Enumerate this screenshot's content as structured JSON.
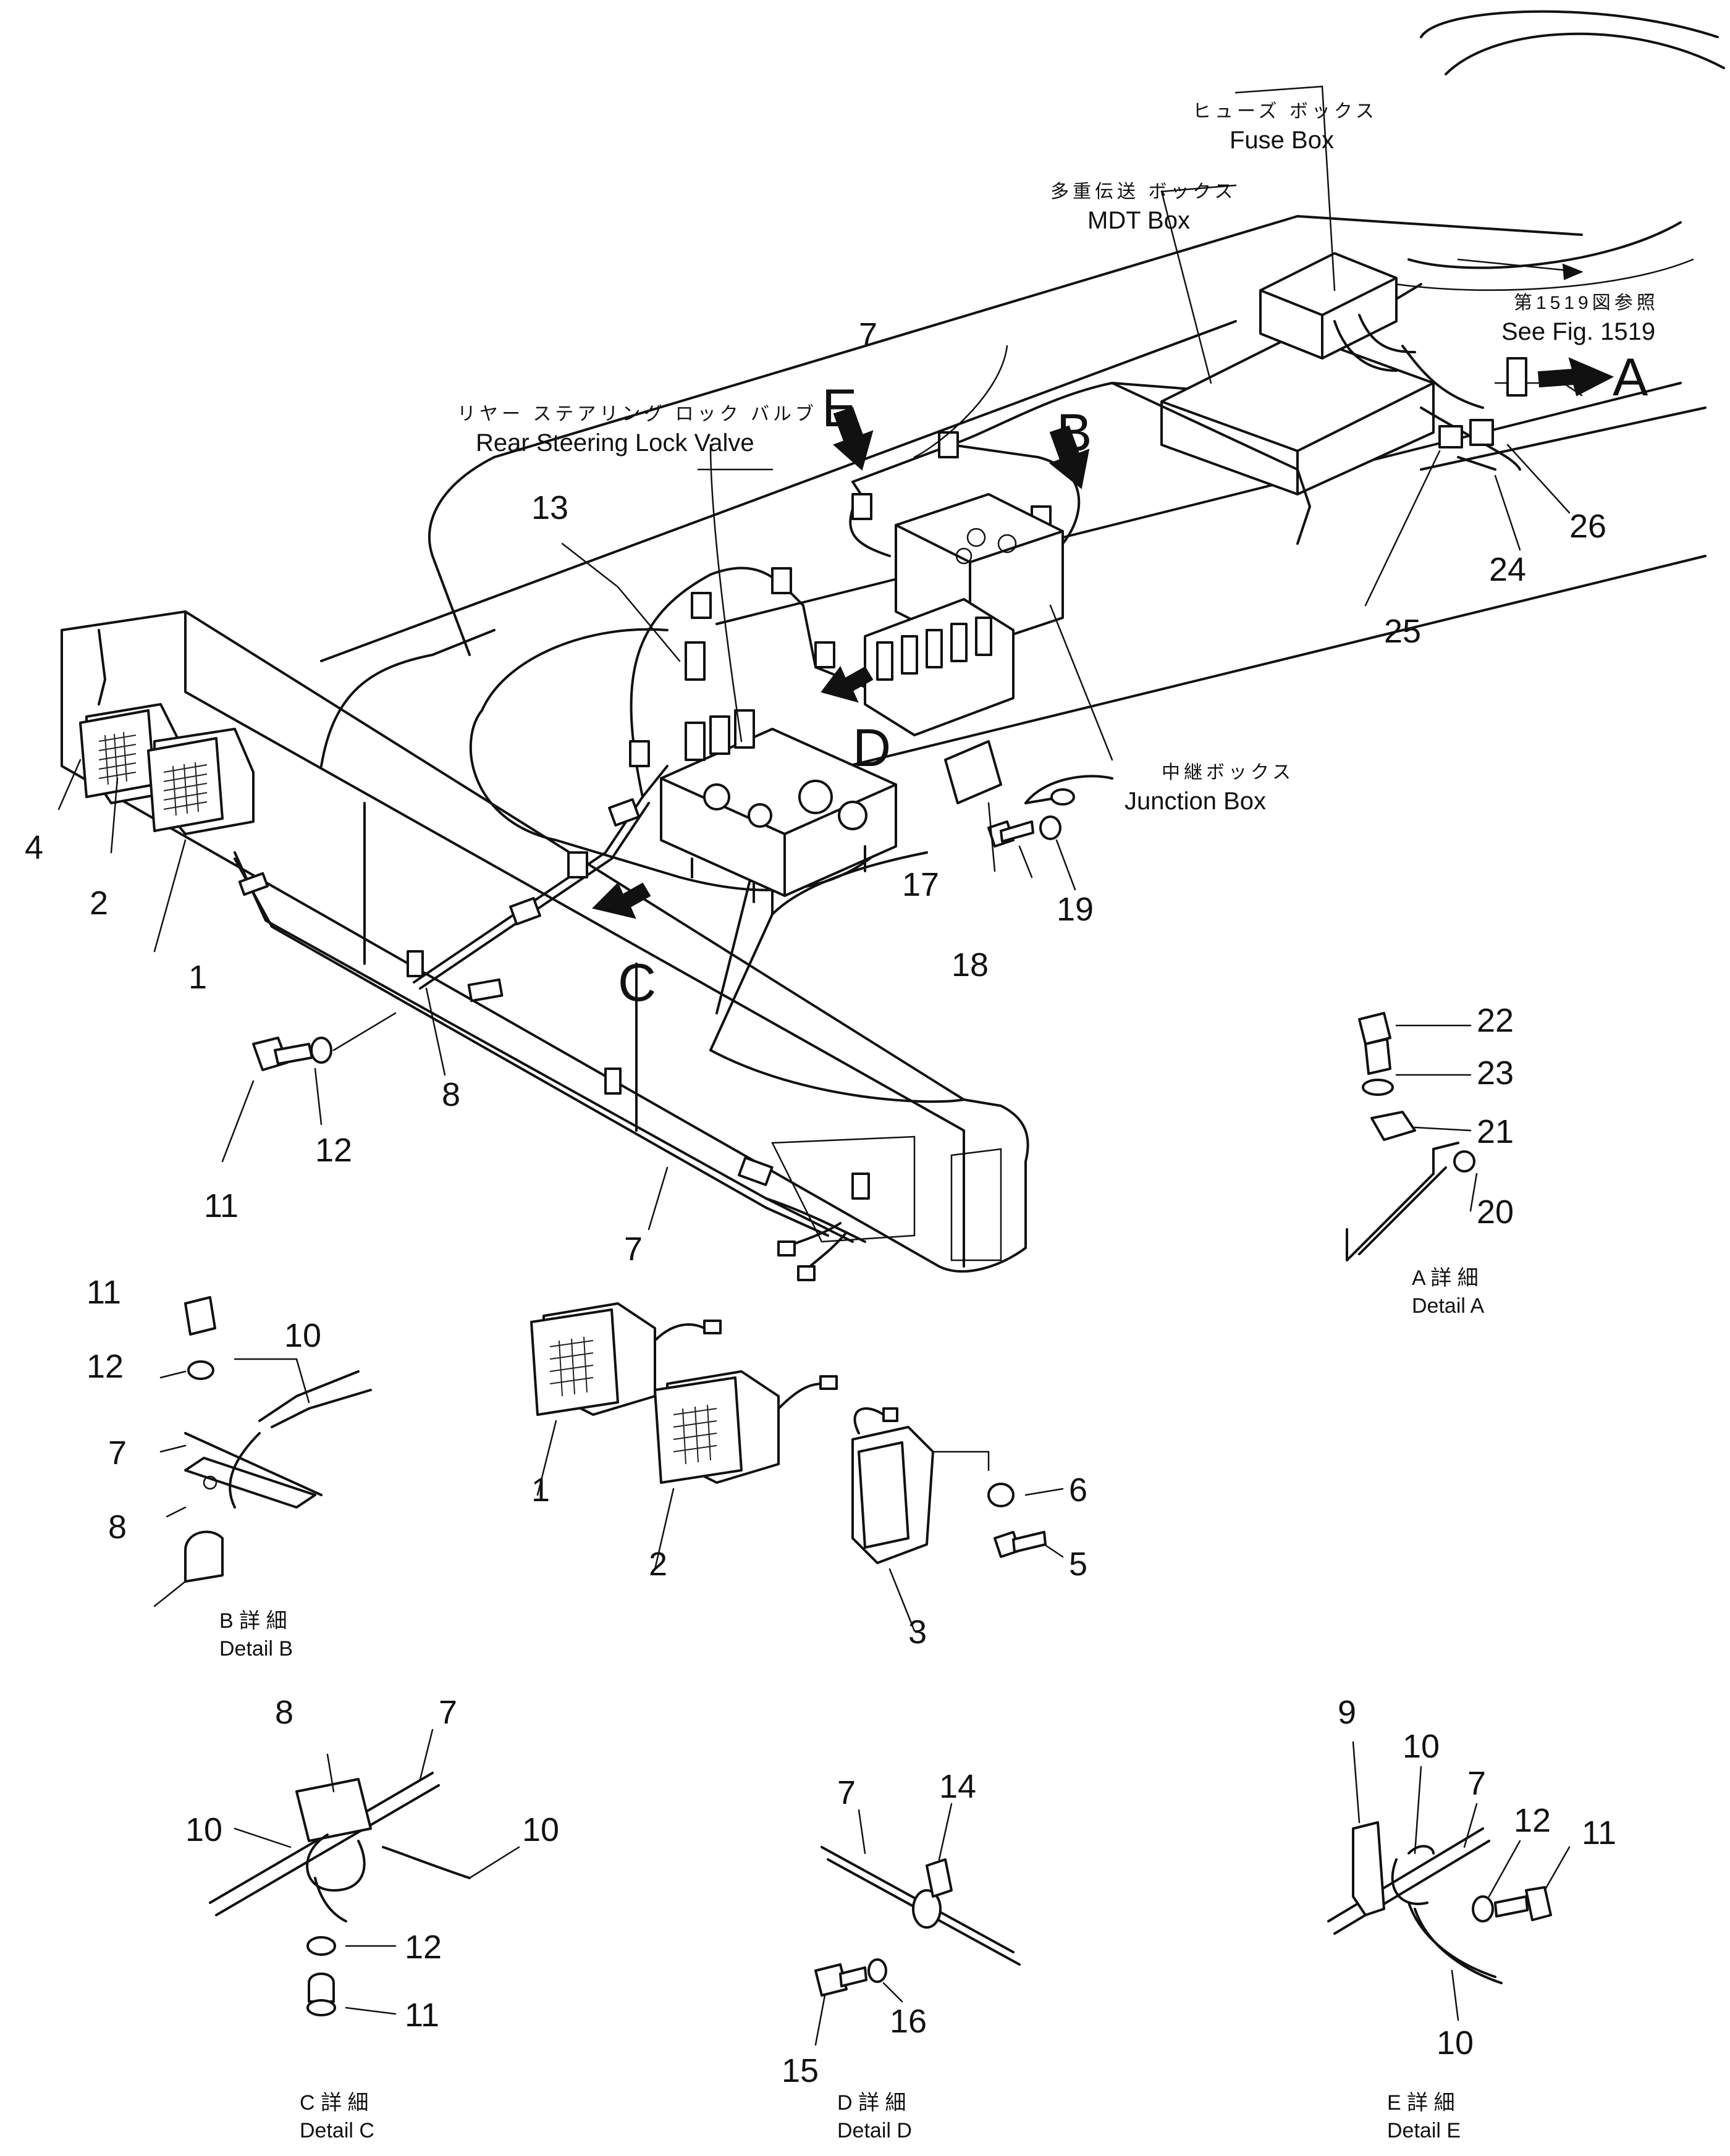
{
  "figure": {
    "callouts": {
      "fuse_box": {
        "jp": "ヒューズ ボックス",
        "en": "Fuse Box"
      },
      "mdt_box": {
        "jp": "多重伝送 ボックス",
        "en": "MDT Box"
      },
      "see_fig": {
        "jp": "第1519図参照",
        "en": "See Fig. 1519"
      },
      "rear_valve": {
        "jp": "リヤー ステアリング ロック バルブ",
        "en": "Rear Steering Lock Valve"
      },
      "junction_box": {
        "jp": "中継ボックス",
        "en": "Junction Box"
      }
    },
    "view_letters": {
      "a": "A",
      "b": "B",
      "c": "C",
      "d": "D",
      "e": "E"
    },
    "main_parts": {
      "p1": "1",
      "p2": "2",
      "p4": "4",
      "p7a": "7",
      "p7b": "7",
      "p8": "8",
      "p11": "11",
      "p12": "12",
      "p13": "13",
      "p17": "17",
      "p18": "18",
      "p19": "19",
      "p24": "24",
      "p25": "25",
      "p26": "26"
    },
    "loose_parts": {
      "p1": "1",
      "p2": "2",
      "p3": "3",
      "p5": "5",
      "p6": "6"
    },
    "detail_a": {
      "p20": "20",
      "p21": "21",
      "p22": "22",
      "p23": "23",
      "jp": "A 詳 細",
      "en": "Detail A"
    },
    "detail_b": {
      "p7": "7",
      "p8": "8",
      "p10": "10",
      "p11": "11",
      "p12": "12",
      "jp": "B 詳 細",
      "en": "Detail B"
    },
    "detail_c": {
      "p7": "7",
      "p8": "8",
      "p10a": "10",
      "p10b": "10",
      "p11": "11",
      "p12": "12",
      "jp": "C 詳 細",
      "en": "Detail C"
    },
    "detail_d": {
      "p7": "7",
      "p14": "14",
      "p15": "15",
      "p16": "16",
      "jp": "D 詳 細",
      "en": "Detail D"
    },
    "detail_e": {
      "p7": "7",
      "p9": "9",
      "p10a": "10",
      "p10b": "10",
      "p11": "11",
      "p12": "12",
      "jp": "E 詳 細",
      "en": "Detail E"
    }
  }
}
